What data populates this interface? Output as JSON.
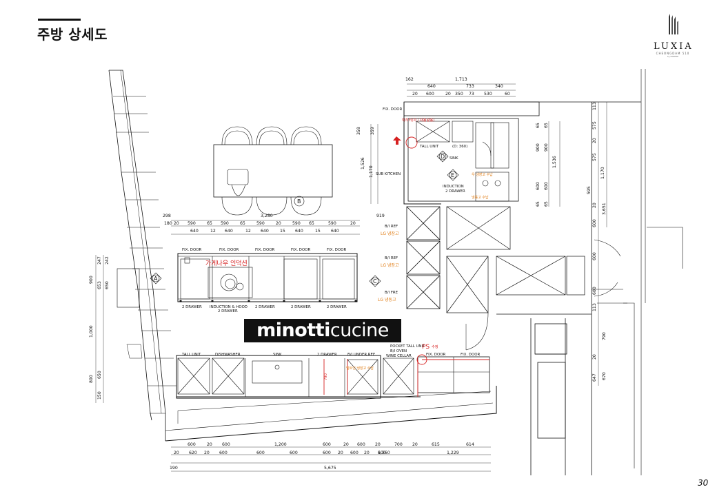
{
  "header": {
    "title": "주방 상세도",
    "page_number": "30"
  },
  "logo": {
    "name": "LUXIA",
    "subtitle": "CHEONGDAM 510",
    "tagline": "by INSPIRE"
  },
  "brand": {
    "bold": "minotti",
    "light": "cucine"
  },
  "labels": {
    "fix_door": "FIX. DOOR",
    "tall_unit": "TALL UNIT",
    "sink": "SINK",
    "sub_kitchen": "SUB KITCHEN",
    "induction_2_drawer": "INDUCTION",
    "two_drawer": "2 DRAWER",
    "induction_hood": "INDUCTION & HOOD",
    "bi_ref": "B/I REF",
    "bi_fre": "B/I FRE",
    "lg_fridge": "LG 냉장고",
    "lg_freezer": "LG 냉동고",
    "dishwasher": "DISHWASHER",
    "pocket_tall": "POCKET TALL UNIT",
    "bi_oven": "B/I OVEN",
    "wine_cellar": "WINE CELLAR",
    "bi_ref_under": "B/I UNDER REF",
    "ps": "PS",
    "ps_note": "수정",
    "induction_brand": "가게나우 인덕션",
    "red_note": "빅히터(자 / 대용량용)",
    "orange_note1": "우 냉장고 수납",
    "orange_note2": "냉동고 수납",
    "orange_note3": "빌트인 냉장고 수납",
    "small_d360": "(D: 360)",
    "marker_a": "A",
    "marker_b": "B",
    "marker_c": "C",
    "marker_d": "D",
    "marker_e": "E"
  },
  "dims": {
    "top_162": "162",
    "top_1713": "1,713",
    "top_640": "640",
    "top_733": "733",
    "top_340": "340",
    "top_20a": "20",
    "top_600": "600",
    "top_20b": "20",
    "top_350": "350",
    "top_73": "73",
    "top_530": "530",
    "top_60": "60",
    "island_298": "298",
    "island_3280": "3,280",
    "left_358": "358",
    "left_359": "359",
    "left_1526": "1,526",
    "left_1170": "1,170",
    "left_919": "919",
    "left_247": "247",
    "left_242": "242",
    "left_900": "900",
    "left_653": "653",
    "left_650": "650",
    "left_1000": "1,000",
    "left_800": "800",
    "left_650b": "650",
    "left_150": "150",
    "right_113": "113",
    "right_575": "575",
    "right_20": "20",
    "right_575b": "575",
    "right_1170": "1,170",
    "right_595": "595",
    "right_20b": "20",
    "right_3651": "3,651",
    "right_600": "600",
    "right_600b": "600",
    "right_600c": "600",
    "right_113b": "113",
    "right_790": "790",
    "right_647": "647",
    "right_670": "670",
    "right_20c": "20",
    "in_65": "65",
    "in_900": "900",
    "in_1536": "1,536",
    "in_600": "600",
    "bottom_190": "190",
    "bottom_5675": "5,675",
    "bottom_1360": "1,360",
    "bottom_1229": "1,229",
    "bottom_1200": "1,200",
    "bottom_700": "700",
    "bottom_615": "615",
    "bottom_614": "614",
    "v_790": "790"
  },
  "island_row1": [
    "180",
    "20",
    "590",
    "65",
    "590",
    "65",
    "590",
    "20",
    "590",
    "65",
    "590",
    "20"
  ],
  "island_row2": [
    "640",
    "12",
    "640",
    "12",
    "640",
    "15",
    "640",
    "15",
    "640"
  ],
  "bottom_row1": [
    "600",
    "20",
    "600",
    "1,200",
    "600",
    "20",
    "600",
    "20",
    "700",
    "20",
    "615",
    "614"
  ],
  "bottom_row2": [
    "20",
    "620",
    "20",
    "600",
    "600",
    "600",
    "600",
    "20",
    "600",
    "20",
    "600"
  ],
  "colors": {
    "line": "#111111",
    "orange": "#e07a10",
    "red": "#d62020"
  }
}
